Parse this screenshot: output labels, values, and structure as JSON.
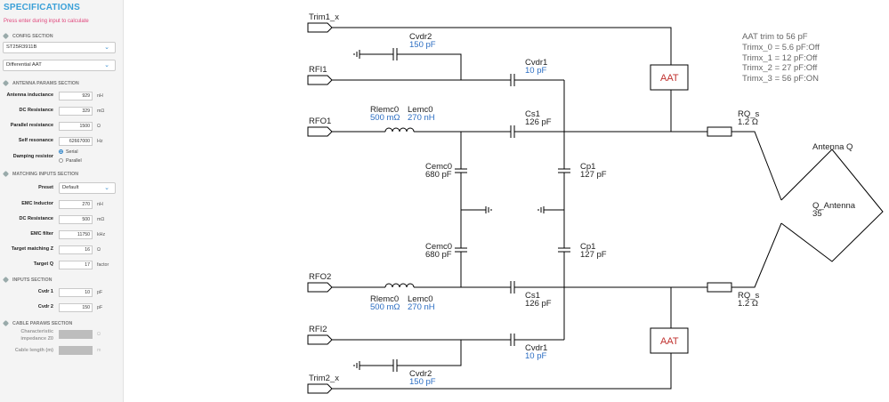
{
  "sidebar": {
    "title": "SPECIFICATIONS",
    "hint": "Press enter during input to calculate",
    "config": {
      "header": "CONFIG SECTION",
      "chip": "ST25R3911B",
      "mode": "Differential AAT"
    },
    "antenna": {
      "header": "ANTENNA PARAMS SECTION",
      "inductance": {
        "label": "Antenna inductance",
        "value": "929",
        "unit": "nH"
      },
      "dc_resistance": {
        "label": "DC Resistance",
        "value": "329",
        "unit": "mΩ"
      },
      "parallel_resistance": {
        "label": "Parallel resistance",
        "value": "1500",
        "unit": "Ω"
      },
      "self_resonance": {
        "label": "Self resonance",
        "value": "62667000",
        "unit": "Hz"
      },
      "damping": {
        "label": "Damping resistor",
        "option1": "Serial",
        "option2": "Parallel"
      }
    },
    "matching": {
      "header": "MATCHING INPUTS SECTION",
      "preset": {
        "label": "Preset",
        "value": "Default"
      },
      "emc_inductor": {
        "label": "EMC Inductor",
        "value": "270",
        "unit": "nH"
      },
      "dc_resistance": {
        "label": "DC Resistance",
        "value": "500",
        "unit": "mΩ"
      },
      "emc_filter": {
        "label": "EMC filter",
        "value": "11750",
        "unit": "kHz"
      },
      "target_z": {
        "label": "Target matching Z",
        "value": "16",
        "unit": "Ω"
      },
      "target_q": {
        "label": "Target Q",
        "value": "17",
        "unit": "factor"
      }
    },
    "inputs": {
      "header": "INPUTS SECTION",
      "cvdr1": {
        "label": "Cvdr 1",
        "value": "10",
        "unit": "pF"
      },
      "cvdr2": {
        "label": "Cvdr 2",
        "value": "150",
        "unit": "pF"
      }
    },
    "cable": {
      "header": "CABLE PARAMS SECTION",
      "impedance": {
        "label_line1": "Characteristic",
        "label_line2": "impedance Z0",
        "unit": "Ω"
      },
      "length": {
        "label": "Cable length (m)",
        "unit": "m"
      }
    }
  },
  "schematic": {
    "ports": {
      "trim1": "Trim1_x",
      "rfi1": "RFI1",
      "rfo1": "RFO1",
      "rfo2": "RFO2",
      "rfi2": "RFI2",
      "trim2": "Trim2_x"
    },
    "cvdr2_top": {
      "name": "Cvdr2",
      "value": "150 pF"
    },
    "cvdr1_top": {
      "name": "Cvdr1",
      "value": "10 pF"
    },
    "rlemc0_top": {
      "name": "Rlemc0",
      "value": "500 mΩ"
    },
    "lemc0_top": {
      "name": "Lemc0",
      "value": "270 nH"
    },
    "cs1_top": {
      "name": "Cs1",
      "value": "126 pF"
    },
    "cemc0_top": {
      "name": "Cemc0",
      "value": "680 pF"
    },
    "cp1_top": {
      "name": "Cp1",
      "value": "127 pF"
    },
    "cemc0_bot": {
      "name": "Cemc0",
      "value": "680 pF"
    },
    "cp1_bot": {
      "name": "Cp1",
      "value": "127 pF"
    },
    "rlemc0_bot": {
      "name": "Rlemc0",
      "value": "500 mΩ"
    },
    "lemc0_bot": {
      "name": "Lemc0",
      "value": "270 nH"
    },
    "cs1_bot": {
      "name": "Cs1",
      "value": "126 pF"
    },
    "cvdr1_bot": {
      "name": "Cvdr1",
      "value": "10 pF"
    },
    "cvdr2_bot": {
      "name": "Cvdr2",
      "value": "150 pF"
    },
    "aat_top": "AAT",
    "aat_bot": "AAT",
    "rq_top": {
      "name": "RQ_s",
      "value": "1.2 Ω"
    },
    "rq_bot": {
      "name": "RQ_s",
      "value": "1.2 Ω"
    },
    "antenna": {
      "title": "Antenna Q",
      "name": "Q_Antenna",
      "value": "35"
    },
    "trim_info": {
      "title": "AAT trim to 56 pF",
      "t0": "Trimx_0 = 5.6 pF:Off",
      "t1": "Trimx_1 = 12 pF:Off",
      "t2": "Trimx_2 = 27 pF:Off",
      "t3": "Trimx_3 = 56 pF:ON"
    }
  }
}
